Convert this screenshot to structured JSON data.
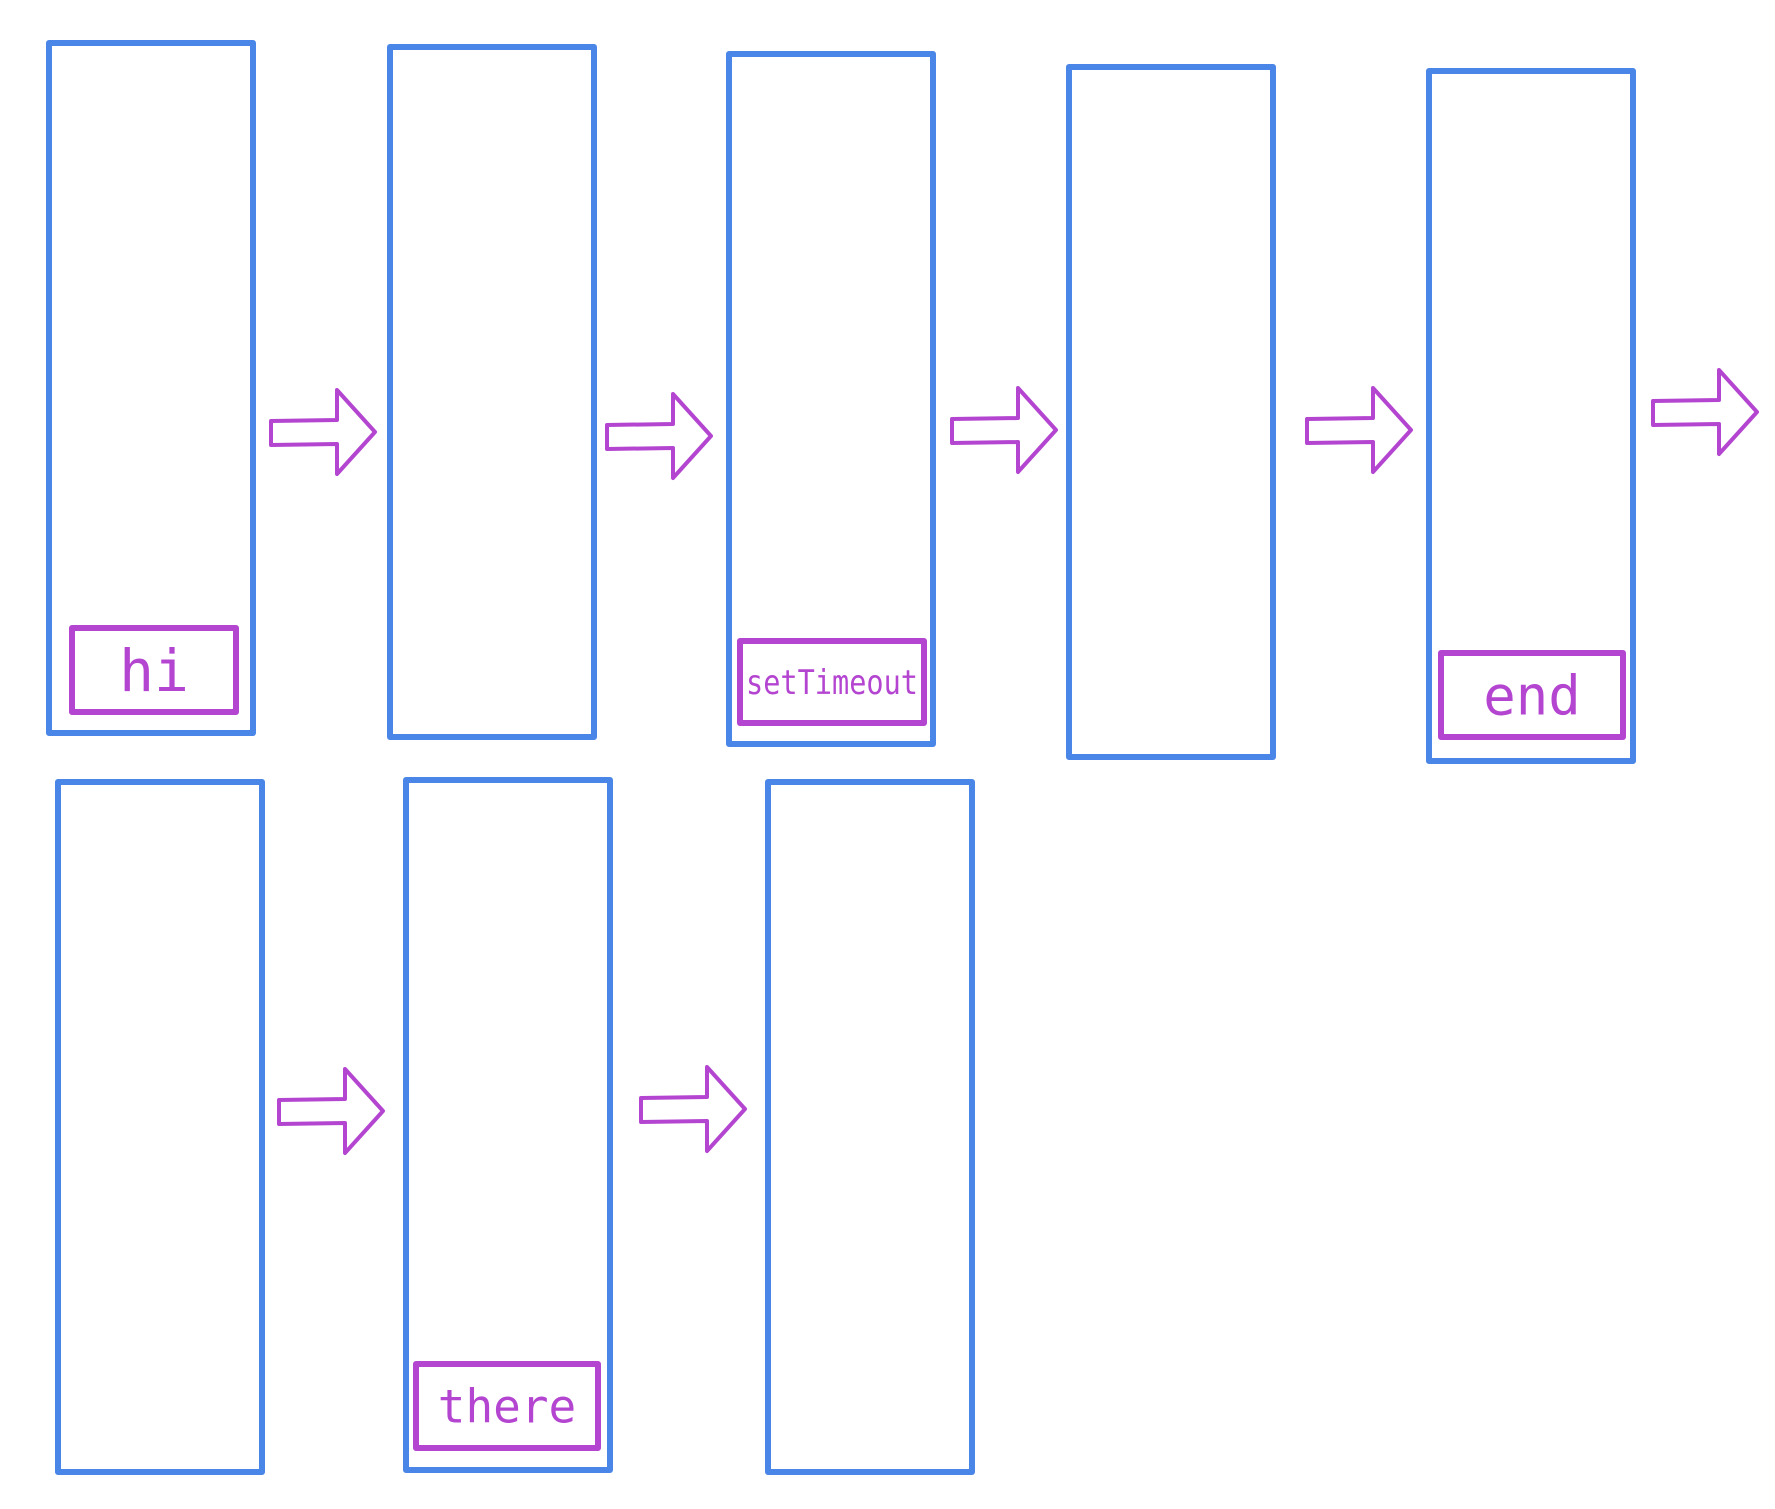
{
  "colors": {
    "stack_outline": "#4a86e8",
    "frame_accent": "#b445d0",
    "background": "#ffffff"
  },
  "steps": [
    {
      "frame": "hi"
    },
    {
      "frame": ""
    },
    {
      "frame": "setTimeout"
    },
    {
      "frame": ""
    },
    {
      "frame": "end"
    },
    {
      "frame": ""
    },
    {
      "frame": "there"
    },
    {
      "frame": ""
    }
  ]
}
